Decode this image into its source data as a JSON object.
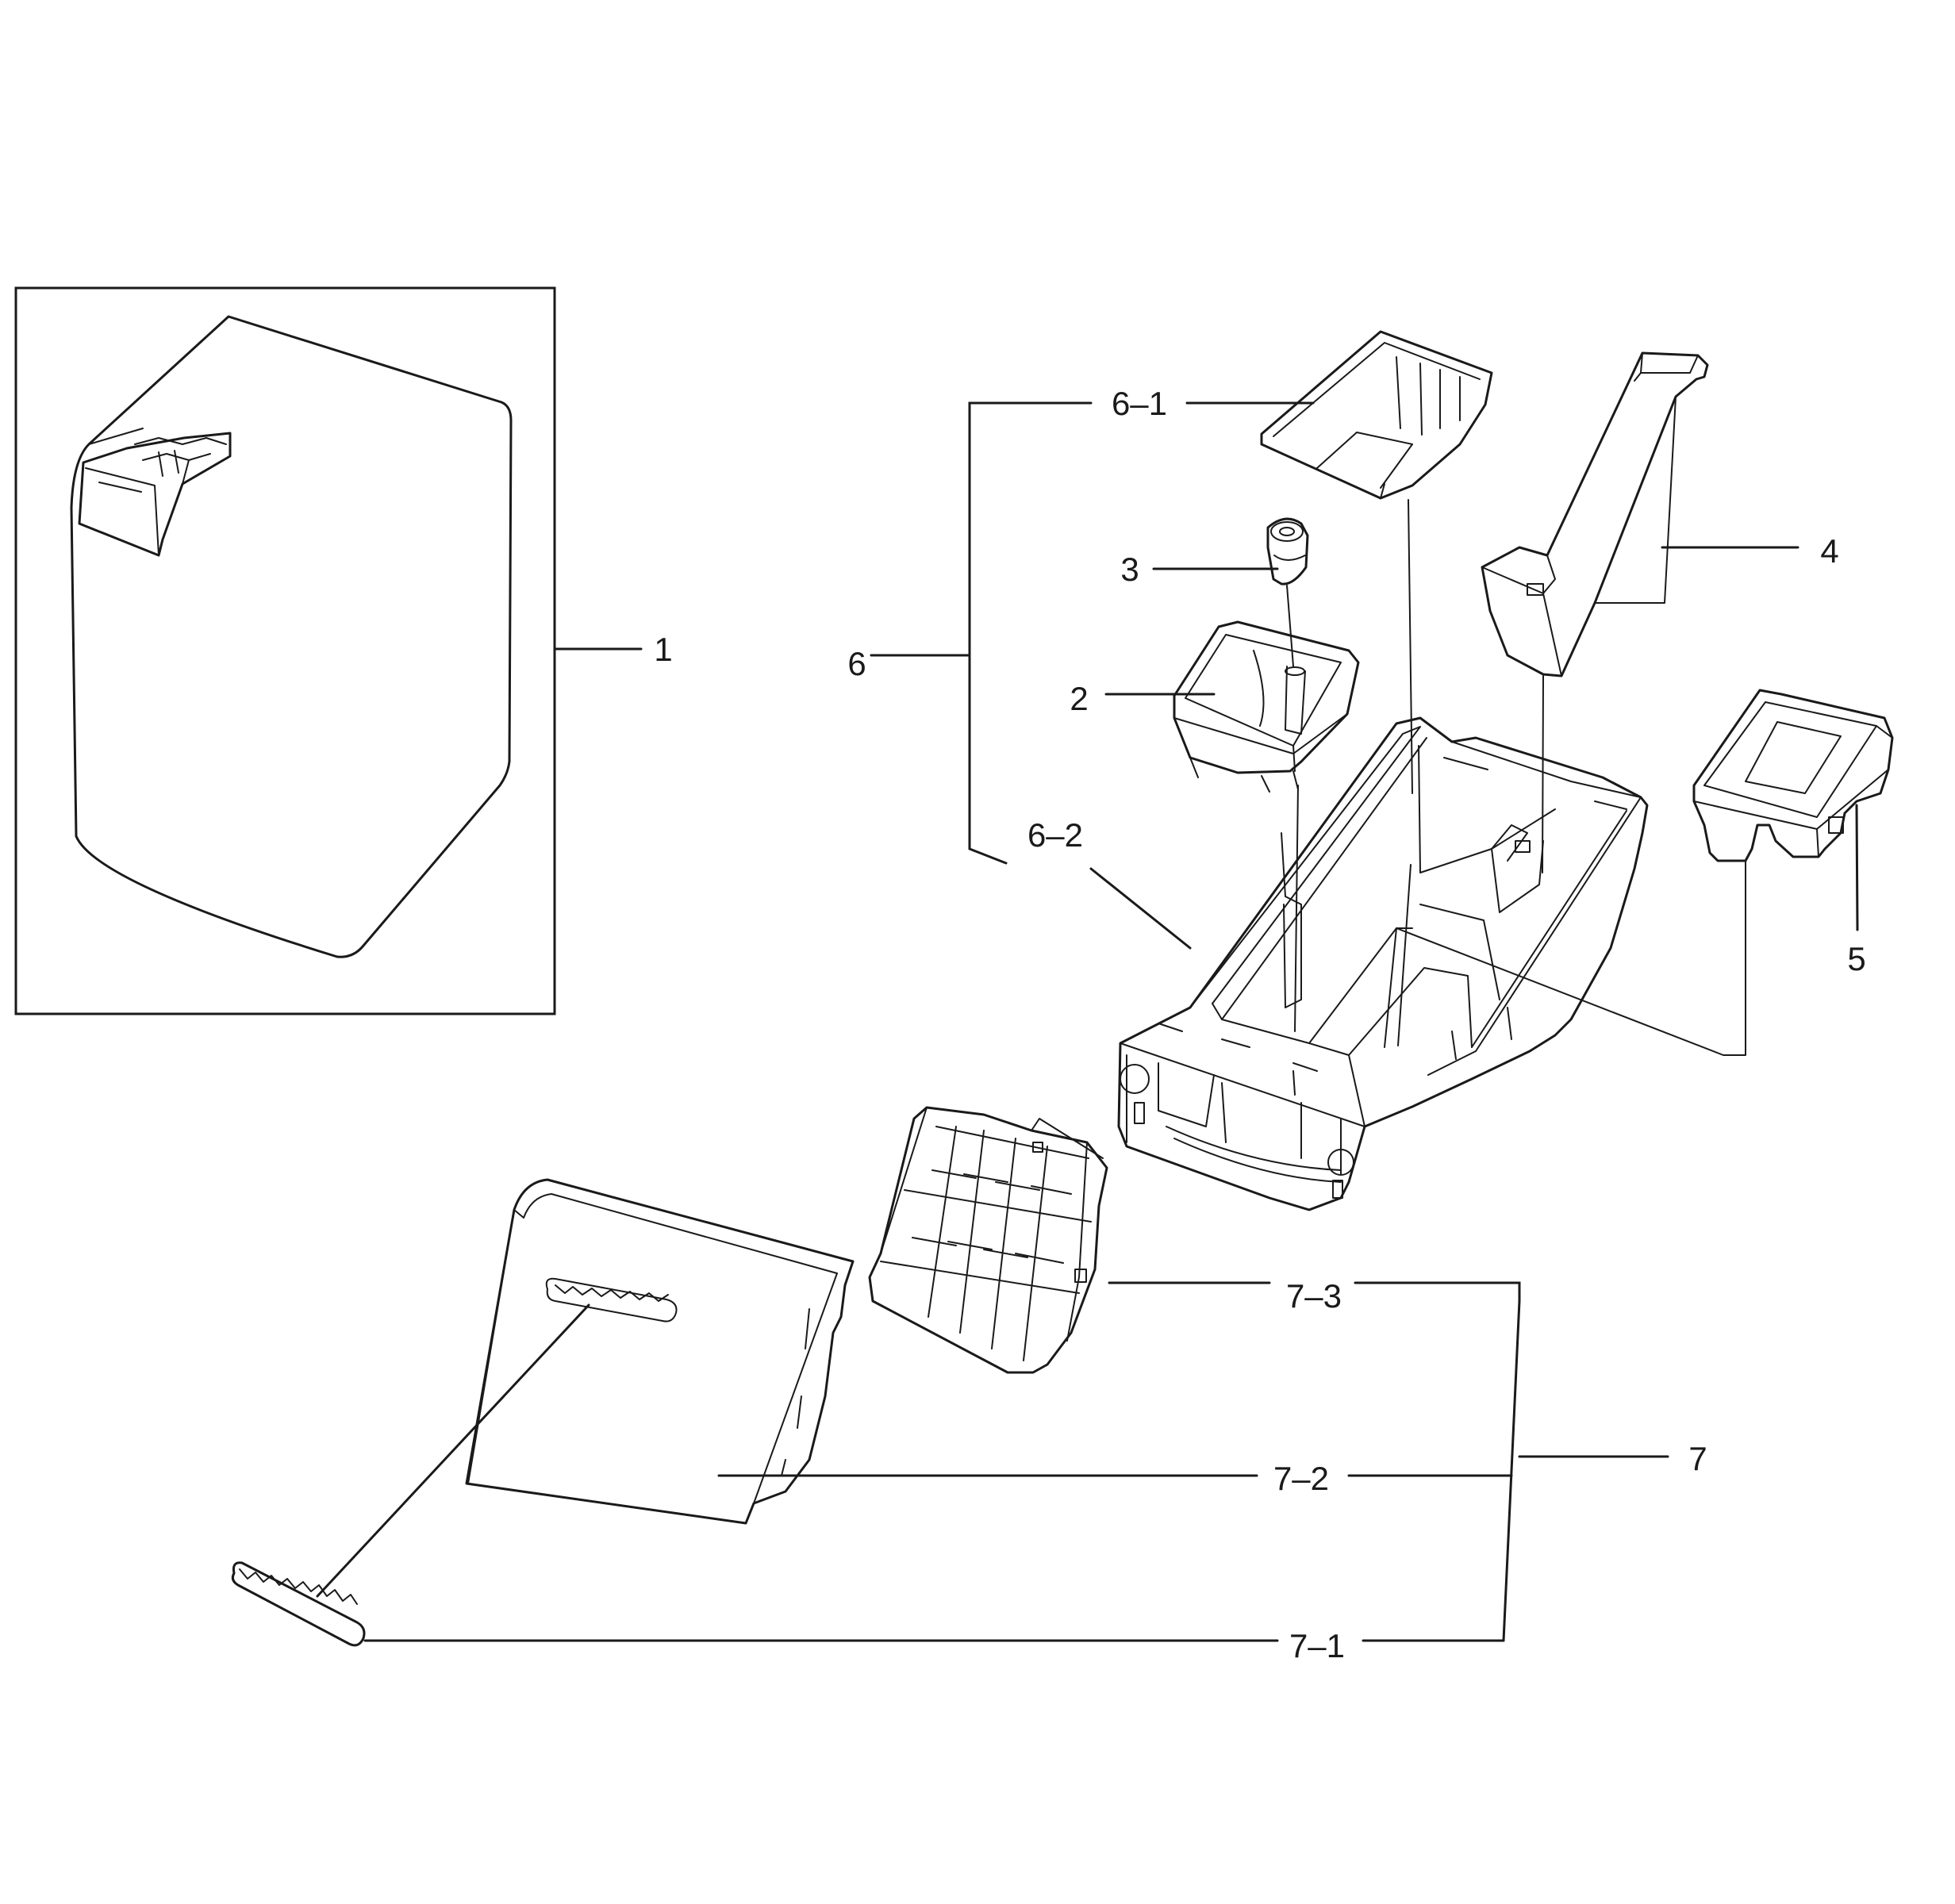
{
  "callouts": {
    "c1": "1",
    "c2": "2",
    "c3": "3",
    "c4": "4",
    "c5": "5",
    "c6": "6",
    "c6_1": "6–1",
    "c6_2": "6–2",
    "c7": "7",
    "c7_1": "7–1",
    "c7_2": "7–2",
    "c7_3": "7–3"
  }
}
